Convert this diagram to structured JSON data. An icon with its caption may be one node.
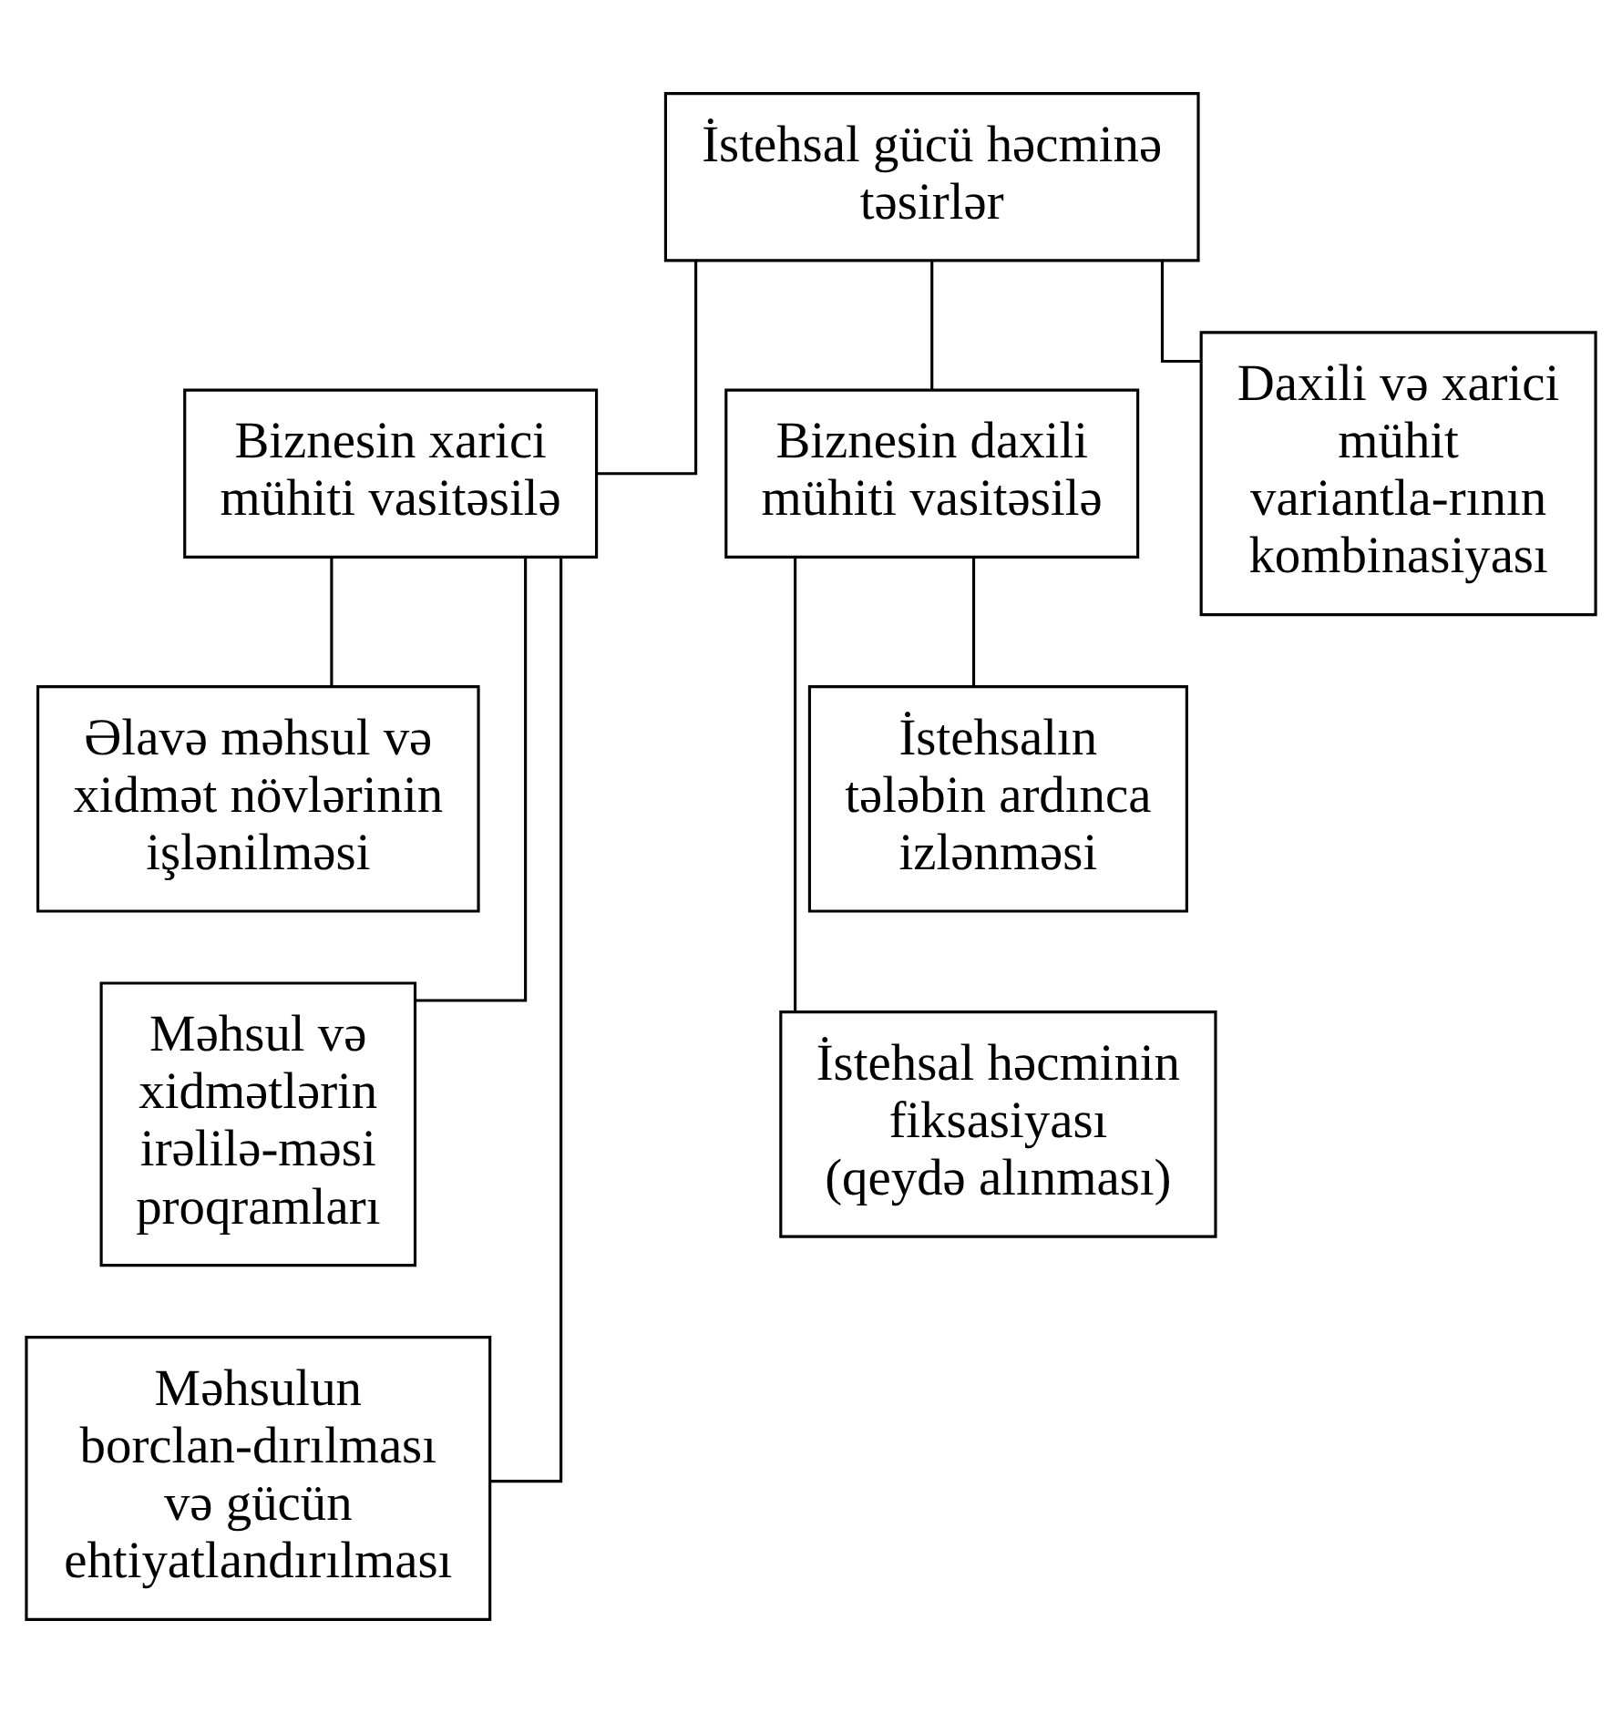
{
  "diagram": {
    "nodes": [
      {
        "text": [
          "İstehsal gücü həcminə təsirlər"
        ]
      },
      {
        "text": [
          "Biznesin xarici mühiti vasitəsilə"
        ]
      },
      {
        "text": [
          "Biznesin daxili mühiti vasitəsilə"
        ]
      },
      {
        "text": [
          "Daxili və xarici mühit  variantla-rının kombinasiyası"
        ]
      },
      {
        "text": [
          "Əlavə məhsul və xidmət növlərinin işlənilməsi"
        ]
      },
      {
        "text": [
          "Məhsul və xidmətlərin irəlilə-məsi proqramları"
        ]
      },
      {
        "text": [
          "Məhsulun borclan-dırılması və gücün ehtiyatlandırılması"
        ]
      },
      {
        "text": [
          "İstehsalın tələbin ardınca izlənməsi"
        ]
      },
      {
        "text": [
          "İstehsal həcminin fiksasiyası (qeydə alınması)"
        ]
      }
    ],
    "edges": [
      {
        "from": 0,
        "to": 1,
        "arrow": "none"
      },
      {
        "from": 0,
        "to": 2,
        "arrow": "none"
      },
      {
        "from": 0,
        "to": 3,
        "arrow": "none"
      },
      {
        "from": 1,
        "to": 4,
        "arrow": "none"
      },
      {
        "from": 1,
        "to": 5,
        "arrow": "none"
      },
      {
        "from": 1,
        "to": 6,
        "arrow": "none"
      },
      {
        "from": 2,
        "to": 7,
        "arrow": "none"
      },
      {
        "from": 2,
        "to": 8,
        "arrow": "none"
      }
    ]
  }
}
